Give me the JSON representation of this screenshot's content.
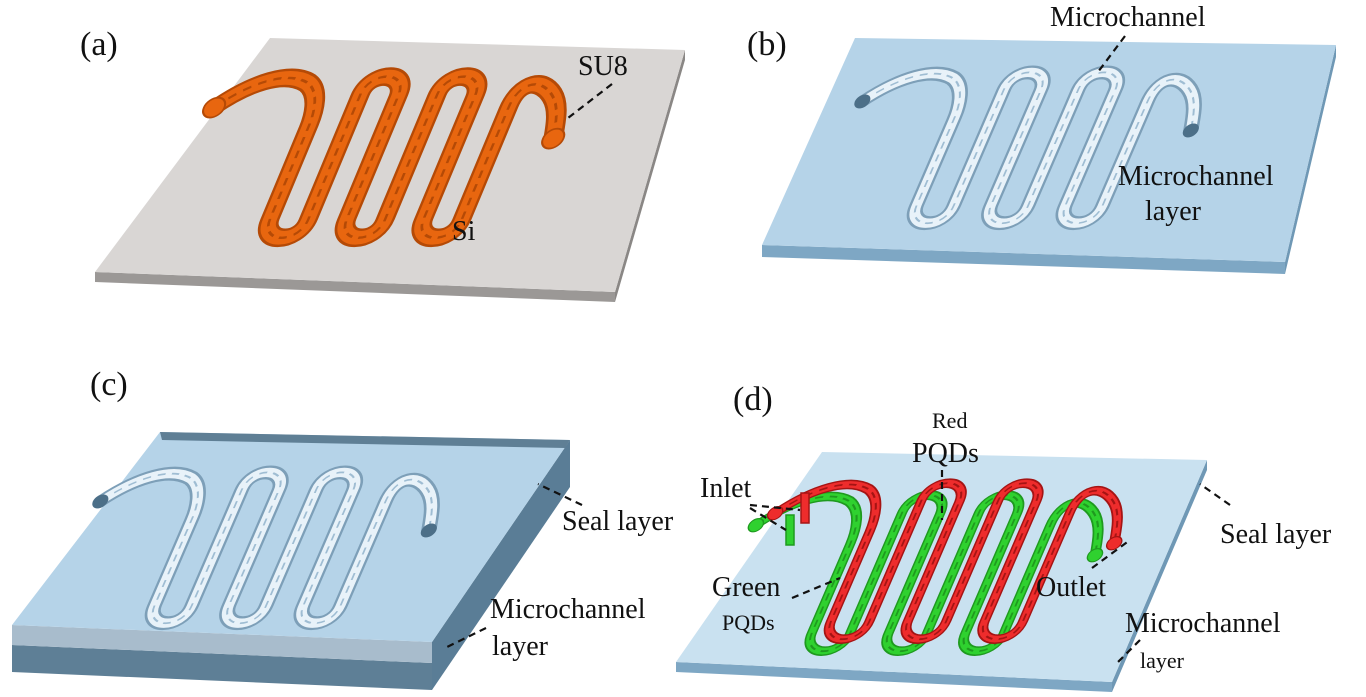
{
  "colors": {
    "si_top": "#d9d6d4",
    "si_side": "#9b9896",
    "su8": "#e8660f",
    "su8_dark": "#b54a06",
    "pdms_top": "#b5d3e8",
    "pdms_side": "#7ea7c4",
    "pdms_groove": "#e8f2f9",
    "pdms_groove_shadow": "#7d9fb8",
    "red_channel": "#ee2c2c",
    "green_channel": "#2fd12f"
  },
  "panels": {
    "a": {
      "tag": "(a)",
      "su8_label": "SU8",
      "si_label": "Si"
    },
    "b": {
      "tag": "(b)",
      "microchannel_label": "Microchannel",
      "layer_line1": "Microchannel",
      "layer_line2": "layer"
    },
    "c": {
      "tag": "(c)",
      "seal_label": "Seal layer",
      "layer_line1": "Microchannel",
      "layer_line2": "layer"
    },
    "d": {
      "tag": "(d)",
      "red_line1": "Red",
      "red_line2": "PQDs",
      "inlet_label": "Inlet",
      "green_line1": "Green",
      "green_line2": "PQDs",
      "outlet_label": "Outlet",
      "seal_label": "Seal layer",
      "layer_line1": "Microchannel",
      "layer_line2": "layer"
    }
  }
}
